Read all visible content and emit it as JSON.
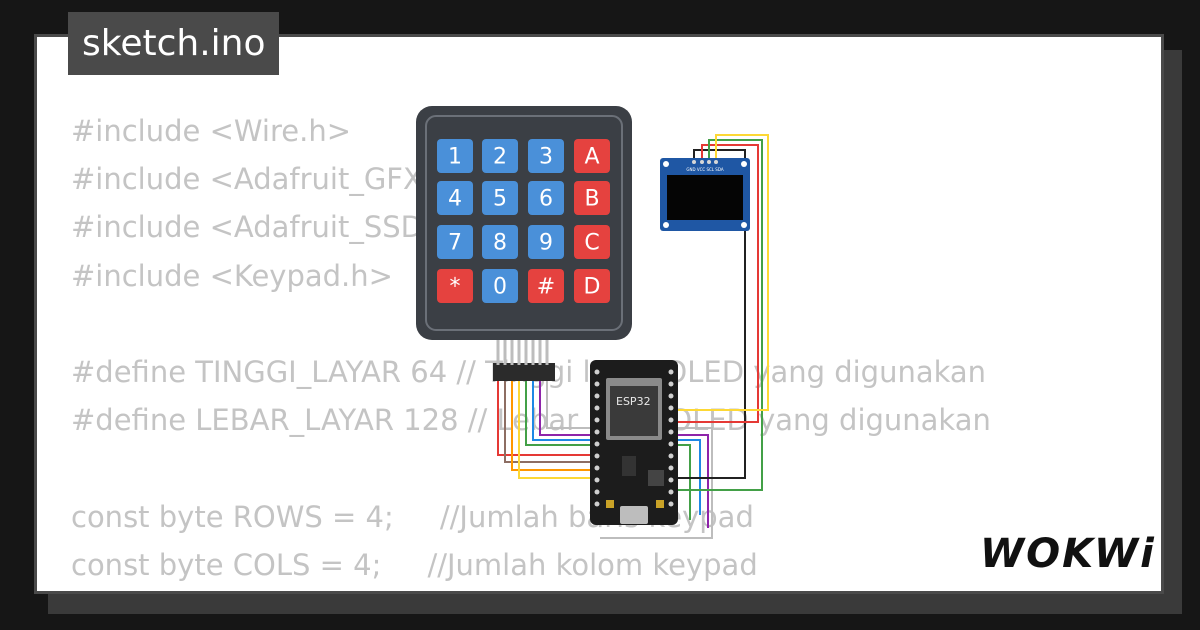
{
  "tab": {
    "title": "sketch.ino"
  },
  "code": {
    "lines": [
      "#include <Wire.h>",
      "#include <Adafruit_GFX.h>",
      "#include <Adafruit_SSD1306.h>",
      "#include <Keypad.h>",
      "",
      "#define TINGGI_LAYAR 64 // Tinggi layar OLED yang digunakan",
      "#define LEBAR_LAYAR 128 // Lebar layar OLED yang digunakan",
      "",
      "const byte ROWS = 4;     //Jumlah baris keypad",
      "const byte COLS = 4;     //Jumlah kolom keypad"
    ]
  },
  "keypad": {
    "keys": [
      "1",
      "2",
      "3",
      "A",
      "4",
      "5",
      "6",
      "B",
      "7",
      "8",
      "9",
      "C",
      "*",
      "0",
      "#",
      "D"
    ],
    "colors": {
      "number": "#4a90d9",
      "letter": "#e5423f",
      "body": "#3b3f45"
    }
  },
  "esp32": {
    "label": "ESP32"
  },
  "oled": {
    "pins": "GND VCC SCL SDA"
  },
  "brand": {
    "logo": "WOKWi"
  },
  "colors": {
    "card": "#ffffff",
    "frame": "#4a4a4a",
    "code_text": "#c4c4c4",
    "page_bg": "#161616"
  }
}
